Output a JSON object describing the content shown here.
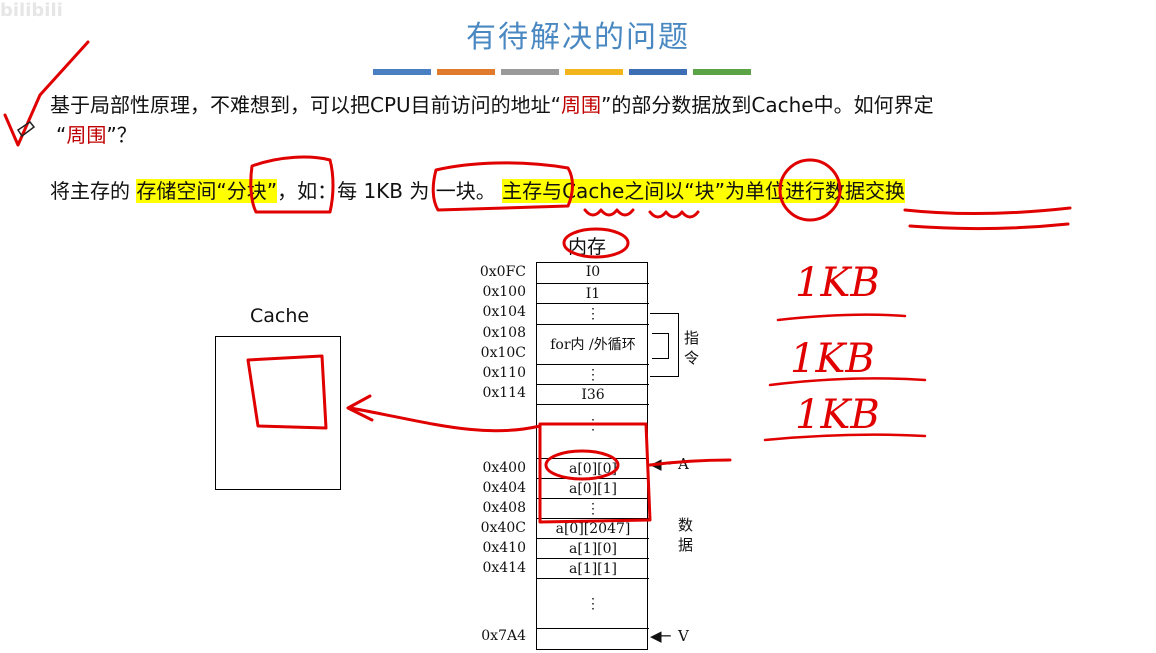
{
  "watermark": "bilibili",
  "slide": {
    "title": "有待解决的问题",
    "colorbar": [
      "#4a7fc1",
      "#e07b2e",
      "#9a9a9a",
      "#f2b51c",
      "#3d6db3",
      "#5aa447"
    ]
  },
  "paragraph1": {
    "part1": "基于局部性原理，不难想到，可以把CPU目前访问的地址“",
    "red1": "周围",
    "part2": "”的部分数据放到Cache中。如何界定",
    "part3": "“",
    "red2": "周围",
    "part4": "”？"
  },
  "paragraph2": {
    "p1": "将主存的",
    "h1": "存储空间“分块”",
    "p2": "，如：每",
    "h2": "1KB",
    "p3": " 为 一块。",
    "h3": "主存与Cache之间以“块”为单位进行数据交换"
  },
  "memory": {
    "label": "内存",
    "addresses": [
      "0x0FC",
      "0x100",
      "0x104",
      "0x108",
      "0x10C",
      "0x110",
      "0x114",
      "0x400",
      "0x404",
      "0x408",
      "0x40C",
      "0x410",
      "0x414",
      "0x7A4"
    ],
    "cells": {
      "i0": "I0",
      "i1": "I1",
      "dots1": "⋮",
      "loop": "for内 /外循环",
      "dots2": "⋮",
      "i36": "I36",
      "dots3": "⋮",
      "a00": "a[0][0]",
      "a01": "a[0][1]",
      "dots4": "⋮",
      "a02047": "a[0][2047]",
      "a10": "a[1][0]",
      "a11": "a[1][1]",
      "dots5": "⋮"
    },
    "instr_label": [
      "指",
      "令"
    ],
    "data_label": [
      "数",
      "据"
    ],
    "pointer_a": "A",
    "pointer_v": "V"
  },
  "cache": {
    "label": "Cache"
  },
  "handwriting": [
    "1KB",
    "1KB",
    "1KB"
  ]
}
